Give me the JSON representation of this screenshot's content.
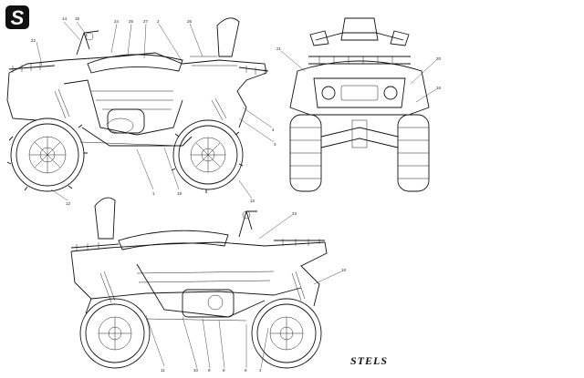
{
  "brand": {
    "logo_letter": "S",
    "wordmark": "STELS"
  },
  "views": {
    "side_top": {
      "callouts": [
        "14",
        "15",
        "22",
        "24",
        "25",
        "27",
        "2",
        "26",
        "1",
        "19",
        "13",
        "3",
        "4",
        "12"
      ]
    },
    "front": {
      "callouts": [
        "21",
        "20",
        "16"
      ]
    },
    "side_bottom": {
      "callouts": [
        "23",
        "18",
        "11",
        "10",
        "9",
        "8",
        "6",
        "2"
      ]
    }
  }
}
